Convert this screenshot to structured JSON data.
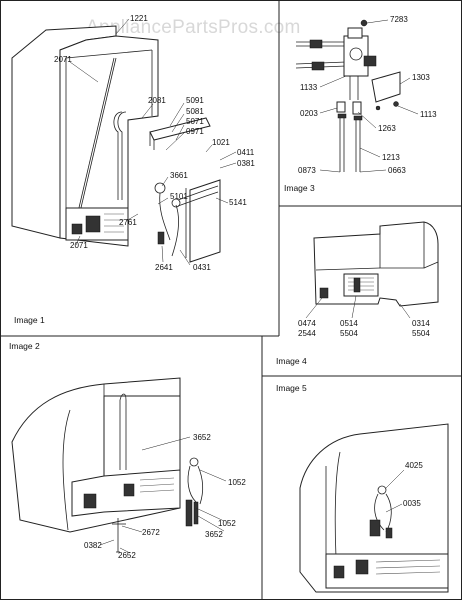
{
  "watermark": "AppliancePartsPros.com",
  "panels": [
    {
      "id": "image1",
      "title": "Image 1"
    },
    {
      "id": "image2",
      "title": "Image 2"
    },
    {
      "id": "image3",
      "title": "Image 3"
    },
    {
      "id": "image4",
      "title": "Image 4"
    },
    {
      "id": "image5",
      "title": "Image 5"
    }
  ],
  "image1_labels": [
    "1221",
    "2071",
    "2081",
    "5091",
    "5081",
    "5071",
    "0971",
    "1021",
    "0411",
    "0381",
    "3661",
    "5101",
    "5141",
    "2761",
    "2071",
    "2641",
    "0431"
  ],
  "image2_labels": [
    "3652",
    "1052",
    "1052",
    "3652",
    "2672",
    "0382",
    "2652"
  ],
  "image3_labels": [
    "7283",
    "1303",
    "1133",
    "1113",
    "0203",
    "1263",
    "1213",
    "0873",
    "0663"
  ],
  "image4_labels": [
    "0474",
    "2544",
    "0514",
    "5504",
    "0314",
    "5504"
  ],
  "image5_labels": [
    "4025",
    "0035"
  ]
}
